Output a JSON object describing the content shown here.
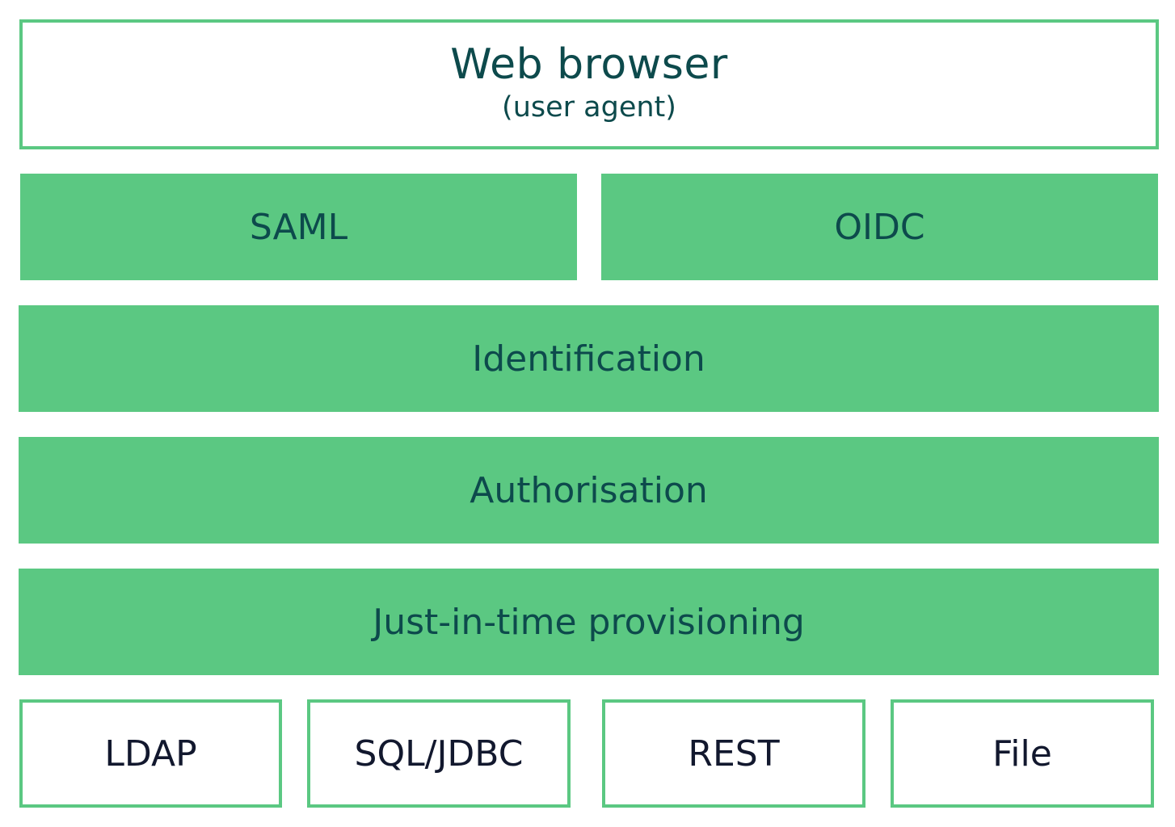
{
  "colors": {
    "accent": "#5bc882",
    "text_teal": "#0d4a4c",
    "text_dark": "#12182e"
  },
  "browser": {
    "title": "Web browser",
    "subtitle": "(user agent)"
  },
  "protocols": [
    "SAML",
    "OIDC"
  ],
  "layers": [
    "Identification",
    "Authorisation",
    "Just-in-time provisioning"
  ],
  "sources": [
    "LDAP",
    "SQL/JDBC",
    "REST",
    "File"
  ]
}
